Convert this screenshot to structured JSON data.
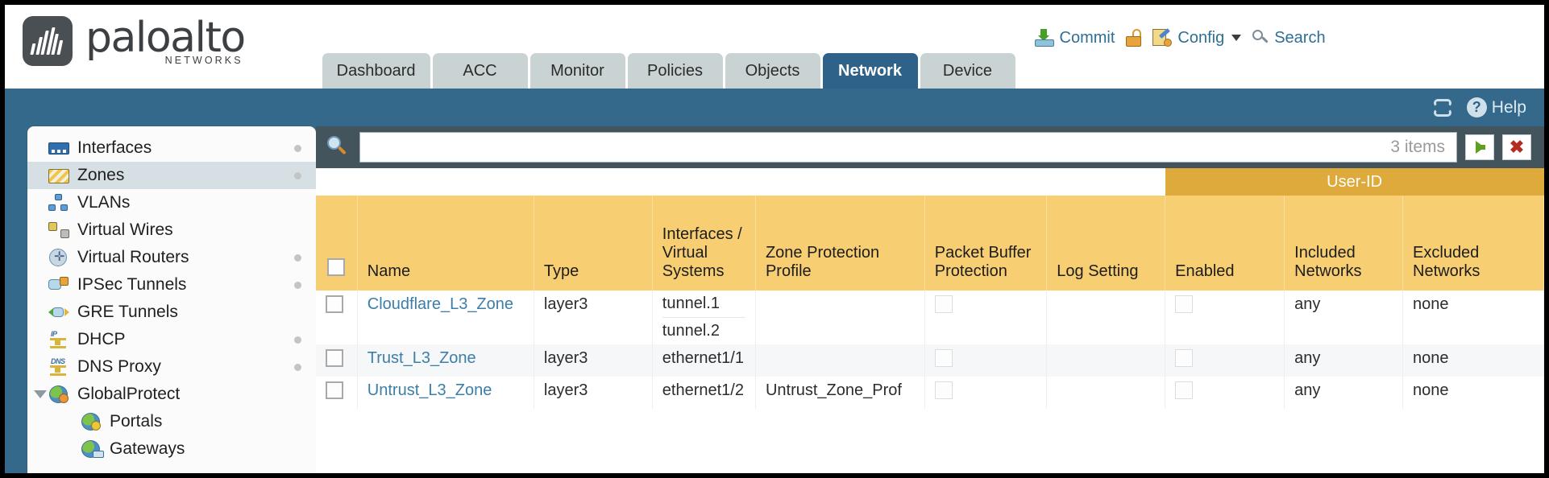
{
  "brand": {
    "name": "paloalto",
    "tagline": "NETWORKS"
  },
  "tabs": [
    {
      "label": "Dashboard",
      "active": false
    },
    {
      "label": "ACC",
      "active": false
    },
    {
      "label": "Monitor",
      "active": false
    },
    {
      "label": "Policies",
      "active": false
    },
    {
      "label": "Objects",
      "active": false
    },
    {
      "label": "Network",
      "active": true
    },
    {
      "label": "Device",
      "active": false
    }
  ],
  "header_actions": {
    "commit": "Commit",
    "config": "Config",
    "search": "Search",
    "lock_icon": "padlock-unlocked-icon",
    "commit_icon": "commit-icon",
    "config_icon": "config-icon",
    "search_icon": "search-icon",
    "caret_icon": "chevron-down-icon"
  },
  "band": {
    "refresh_icon": "refresh-icon",
    "help_icon": "help-icon",
    "help_label": "Help"
  },
  "sidebar": {
    "items": [
      {
        "label": "Interfaces",
        "icon": "interfaces-icon",
        "selected": false,
        "dot": true,
        "child": false,
        "expander": false
      },
      {
        "label": "Zones",
        "icon": "zones-icon",
        "selected": true,
        "dot": true,
        "child": false,
        "expander": false
      },
      {
        "label": "VLANs",
        "icon": "vlans-icon",
        "selected": false,
        "dot": false,
        "child": false,
        "expander": false
      },
      {
        "label": "Virtual Wires",
        "icon": "virtual-wires-icon",
        "selected": false,
        "dot": false,
        "child": false,
        "expander": false
      },
      {
        "label": "Virtual Routers",
        "icon": "virtual-routers-icon",
        "selected": false,
        "dot": true,
        "child": false,
        "expander": false
      },
      {
        "label": "IPSec Tunnels",
        "icon": "ipsec-tunnels-icon",
        "selected": false,
        "dot": true,
        "child": false,
        "expander": false
      },
      {
        "label": "GRE Tunnels",
        "icon": "gre-tunnels-icon",
        "selected": false,
        "dot": false,
        "child": false,
        "expander": false
      },
      {
        "label": "DHCP",
        "icon": "dhcp-icon",
        "selected": false,
        "dot": true,
        "child": false,
        "expander": false
      },
      {
        "label": "DNS Proxy",
        "icon": "dns-proxy-icon",
        "selected": false,
        "dot": true,
        "child": false,
        "expander": false
      },
      {
        "label": "GlobalProtect",
        "icon": "globalprotect-icon",
        "selected": false,
        "dot": false,
        "child": false,
        "expander": true
      },
      {
        "label": "Portals",
        "icon": "portals-icon",
        "selected": false,
        "dot": false,
        "child": true,
        "expander": false
      },
      {
        "label": "Gateways",
        "icon": "gateways-icon",
        "selected": false,
        "dot": false,
        "child": true,
        "expander": false
      }
    ]
  },
  "filter": {
    "value": "",
    "placeholder": "",
    "item_count": "3 items",
    "apply_icon": "apply-filter-arrow-icon",
    "clear_icon": "clear-filter-x-icon"
  },
  "table": {
    "group_header": "User-ID",
    "columns": [
      "Name",
      "Type",
      "Interfaces / Virtual Systems",
      "Zone Protection Profile",
      "Packet Buffer Protection",
      "Log Setting",
      "Enabled",
      "Included Networks",
      "Excluded Networks"
    ],
    "rows": [
      {
        "name": "Cloudflare_L3_Zone",
        "type": "layer3",
        "interfaces": [
          "tunnel.1",
          "tunnel.2"
        ],
        "zone_protection_profile": "",
        "packet_buffer_protection": false,
        "log_setting": "",
        "userid_enabled": false,
        "included_networks": "any",
        "excluded_networks": "none"
      },
      {
        "name": "Trust_L3_Zone",
        "type": "layer3",
        "interfaces": [
          "ethernet1/1"
        ],
        "zone_protection_profile": "",
        "packet_buffer_protection": false,
        "log_setting": "",
        "userid_enabled": false,
        "included_networks": "any",
        "excluded_networks": "none"
      },
      {
        "name": "Untrust_L3_Zone",
        "type": "layer3",
        "interfaces": [
          "ethernet1/2"
        ],
        "zone_protection_profile": "Untrust_Zone_Prof",
        "packet_buffer_protection": false,
        "log_setting": "",
        "userid_enabled": false,
        "included_networks": "any",
        "excluded_networks": "none"
      }
    ]
  },
  "colors": {
    "brand_blue": "#35698c",
    "active_tab": "#2e6288",
    "header_amber": "#f7ce72",
    "group_amber": "#ddaa3b",
    "link_blue": "#3c7ea8"
  }
}
